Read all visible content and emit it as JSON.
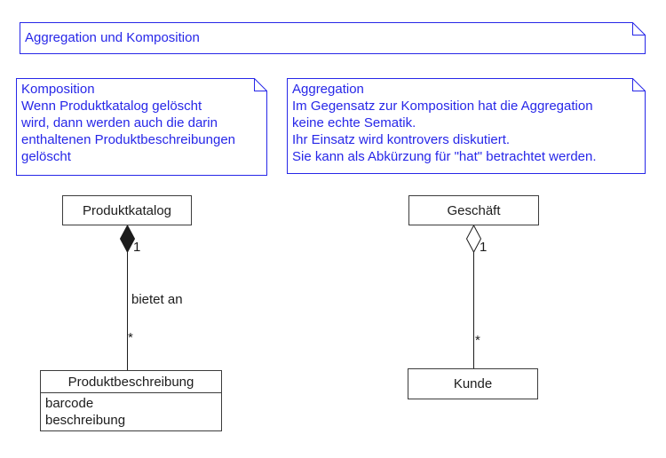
{
  "title_note": {
    "text": "Aggregation und Komposition"
  },
  "notes": {
    "komposition": {
      "lines": [
        "Komposition",
        "Wenn Produktkatalog gelöscht",
        "wird, dann werden auch die darin",
        "enthaltenen Produktbeschreibungen",
        "gelöscht"
      ]
    },
    "aggregation": {
      "lines": [
        "Aggregation",
        "Im Gegensatz zur Komposition hat die Aggregation",
        "keine echte Sematik.",
        "Ihr Einsatz wird kontrovers diskutiert.",
        "Sie kann als Abkürzung für \"hat\" betrachtet werden."
      ]
    }
  },
  "classes": {
    "produktkatalog": {
      "name": "Produktkatalog"
    },
    "geschaeft": {
      "name": "Geschäft"
    },
    "produktbeschreibung": {
      "name": "Produktbeschreibung",
      "attributes": [
        "barcode",
        "beschreibung"
      ]
    },
    "kunde": {
      "name": "Kunde"
    }
  },
  "relations": {
    "composition": {
      "type": "composition",
      "source_multiplicity": "1",
      "label": "bietet an",
      "target_multiplicity": "*"
    },
    "aggregation": {
      "type": "aggregation",
      "source_multiplicity": "1",
      "target_multiplicity": "*"
    }
  },
  "colors": {
    "note_blue": "#2727e8",
    "class_border": "#3c3c3c",
    "line_black": "#1c1c1c"
  }
}
